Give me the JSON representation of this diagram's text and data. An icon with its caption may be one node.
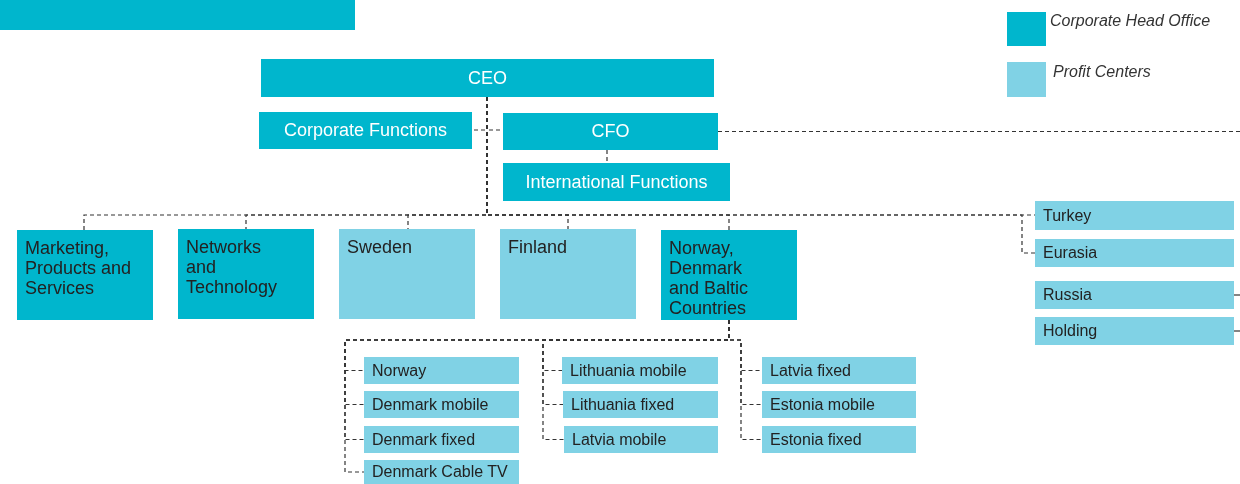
{
  "diagram": {
    "nodes": [
      {
        "text": [
          "CEO"
        ]
      },
      {
        "text": [
          "Corporate Functions"
        ]
      },
      {
        "text": [
          "CFO"
        ]
      },
      {
        "text": [
          "International Functions"
        ]
      },
      {
        "text": [
          "Marketing, Products and Services"
        ]
      },
      {
        "text": [
          "Networks and Technology"
        ]
      },
      {
        "text": [
          "Sweden"
        ]
      },
      {
        "text": [
          "Finland"
        ]
      },
      {
        "text": [
          "Norway, Denmark and Baltic Countries"
        ]
      },
      {
        "text": [
          "Turkey"
        ]
      },
      {
        "text": [
          "Eurasia"
        ]
      },
      {
        "text": [
          "Russia"
        ]
      },
      {
        "text": [
          "Holding"
        ]
      },
      {
        "text": [
          "Norway"
        ]
      },
      {
        "text": [
          "Denmark mobile"
        ]
      },
      {
        "text": [
          "Denmark fixed"
        ]
      },
      {
        "text": [
          "Denmark Cable TV"
        ]
      },
      {
        "text": [
          "Lithuania mobile"
        ]
      },
      {
        "text": [
          "Lithuania fixed"
        ]
      },
      {
        "text": [
          "Latvia mobile"
        ]
      },
      {
        "text": [
          "Latvia fixed"
        ]
      },
      {
        "text": [
          "Estonia mobile"
        ]
      },
      {
        "text": [
          "Estonia fixed"
        ]
      },
      {
        "text": [],
        "shape": "bar"
      }
    ],
    "edges": [
      {
        "from": 0,
        "to": 1,
        "arrow": "none",
        "style": "dashed"
      },
      {
        "from": 0,
        "to": 2,
        "arrow": "none",
        "style": "dashed"
      },
      {
        "from": 2,
        "to": 3,
        "arrow": "none",
        "style": "dashed"
      },
      {
        "from": 0,
        "to": 4,
        "arrow": "none",
        "style": "dashed"
      },
      {
        "from": 0,
        "to": 5,
        "arrow": "none",
        "style": "dashed"
      },
      {
        "from": 0,
        "to": 6,
        "arrow": "none",
        "style": "dashed"
      },
      {
        "from": 0,
        "to": 7,
        "arrow": "none",
        "style": "dashed"
      },
      {
        "from": 0,
        "to": 8,
        "arrow": "none",
        "style": "dashed"
      },
      {
        "from": 0,
        "to": 9,
        "arrow": "none",
        "style": "dashed"
      },
      {
        "from": 0,
        "to": 10,
        "arrow": "none",
        "style": "dashed"
      },
      {
        "from": 2,
        "to": null,
        "arrow": "none",
        "style": "dashed"
      },
      {
        "from": 11,
        "to": null,
        "arrow": "none"
      },
      {
        "from": 12,
        "to": null,
        "arrow": "none"
      },
      {
        "from": 8,
        "to": 13,
        "arrow": "none",
        "style": "dashed"
      },
      {
        "from": 8,
        "to": 14,
        "arrow": "none",
        "style": "dashed"
      },
      {
        "from": 8,
        "to": 15,
        "arrow": "none",
        "style": "dashed"
      },
      {
        "from": 8,
        "to": 16,
        "arrow": "none",
        "style": "dashed"
      },
      {
        "from": 8,
        "to": 17,
        "arrow": "none",
        "style": "dashed"
      },
      {
        "from": 8,
        "to": 18,
        "arrow": "none",
        "style": "dashed"
      },
      {
        "from": 8,
        "to": 19,
        "arrow": "none",
        "style": "dashed"
      },
      {
        "from": 8,
        "to": 20,
        "arrow": "none",
        "style": "dashed"
      },
      {
        "from": 8,
        "to": 21,
        "arrow": "none",
        "style": "dashed"
      },
      {
        "from": 8,
        "to": 22,
        "arrow": "none",
        "style": "dashed"
      }
    ],
    "legend": [
      {
        "text": "Corporate Head Office",
        "color": "#00b6cd"
      },
      {
        "text": "Profit Centers",
        "color": "#80d2e5"
      }
    ]
  }
}
